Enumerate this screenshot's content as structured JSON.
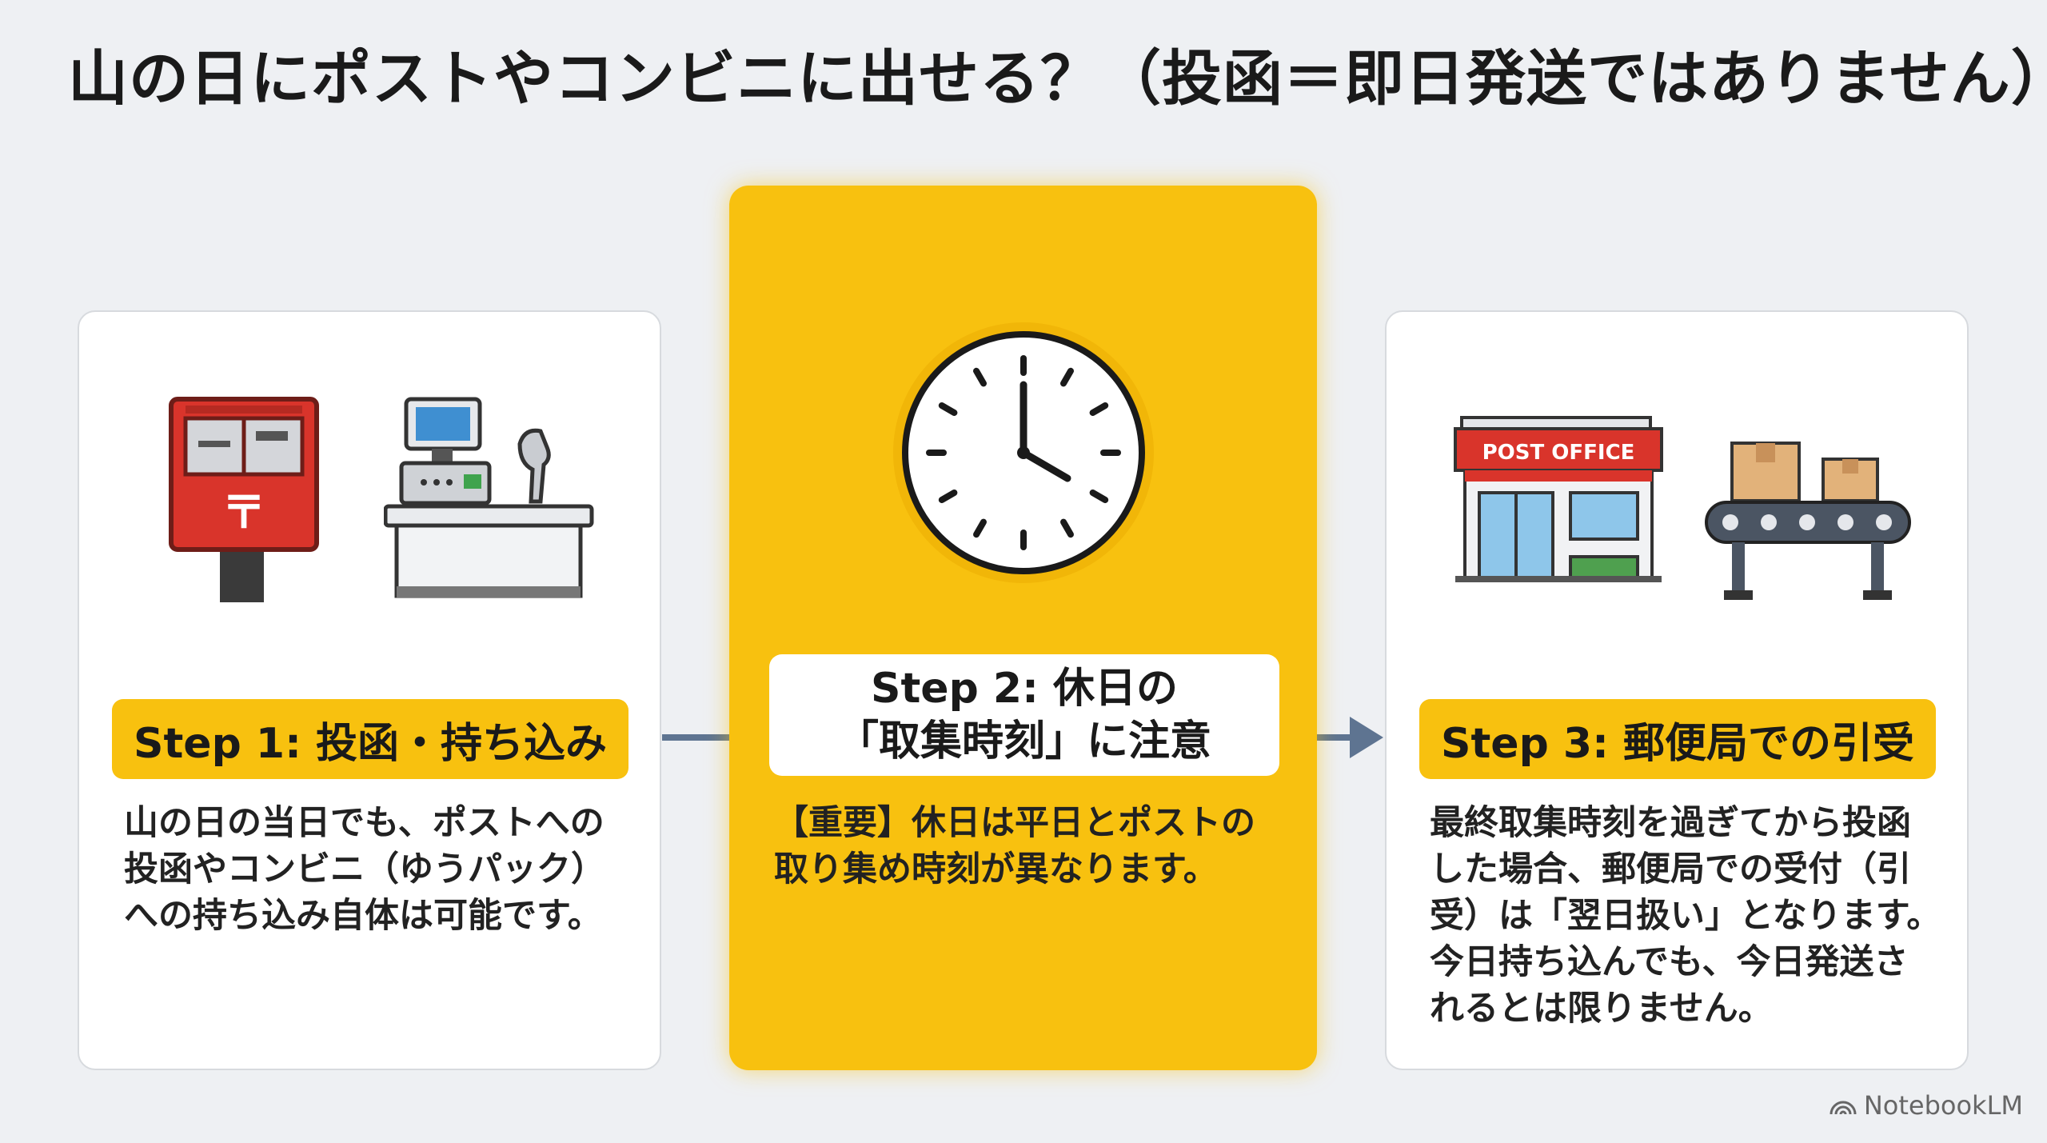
{
  "title": "山の日にポストやコンビニに出せる？（投函＝即日発送ではありません）",
  "step1": {
    "label": "Step 1: 投函・持ち込み",
    "body": "山の日の当日でも、ポストへの\n投函やコンビニ（ゆうパック）\nへの持ち込み自体は可能です。"
  },
  "step2": {
    "label_line1": "Step 2: 休日の",
    "label_line2": "「取集時刻」に注意",
    "body": "【重要】休日は平日とポストの\n取り集め時刻が異なります。"
  },
  "step3": {
    "label": "Step 3: 郵便局での引受",
    "body": "最終取集時刻を過ぎてから投函\nした場合、郵便局での受付（引\n受）は「翌日扱い」となります。\n今日持ち込んでも、今日発送さ\nれるとは限りません。",
    "office_sign": "POST OFFICE"
  },
  "postbox_mark": "〒",
  "watermark": "NotebookLM",
  "colors": {
    "accent": "#f8c10f",
    "arrow": "#5e7491",
    "postbox": "#d9342b"
  }
}
